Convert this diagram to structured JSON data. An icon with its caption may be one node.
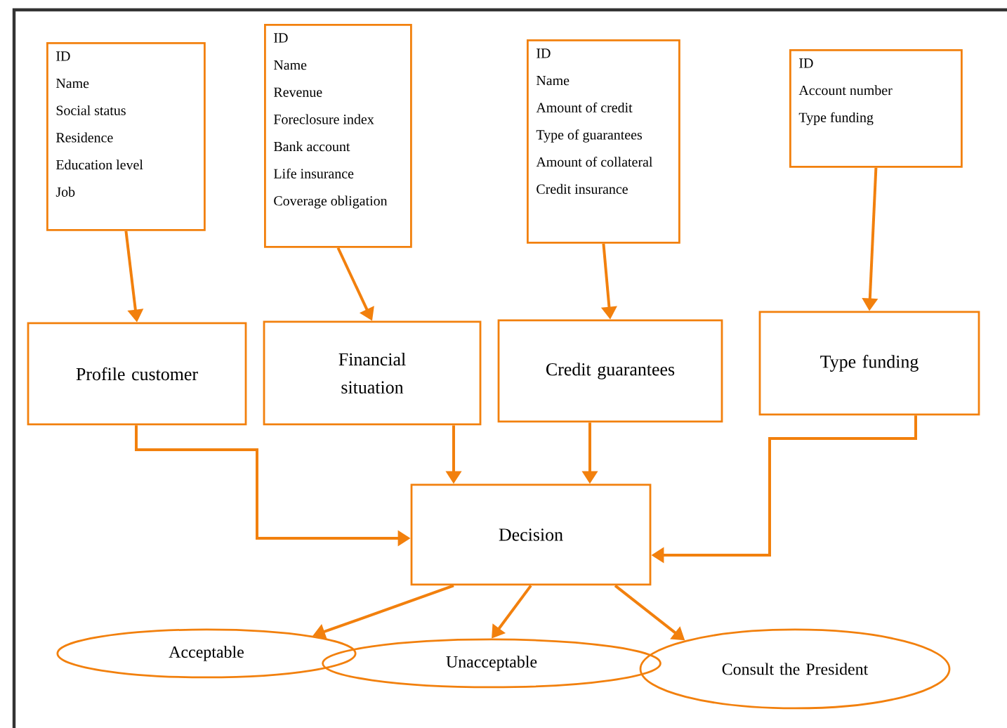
{
  "diagram": {
    "nodes": [
      {
        "text": [
          "ID",
          "Name",
          "Social status",
          "Residence",
          "Education level",
          "Job"
        ]
      },
      {
        "text": [
          "ID",
          "Name",
          "Revenue",
          "Foreclosure index",
          "Bank account",
          "Life insurance",
          "Coverage obligation"
        ]
      },
      {
        "text": [
          "ID",
          "Name",
          "Amount of credit",
          "Type of guarantees",
          "Amount of collateral",
          "Credit insurance"
        ]
      },
      {
        "text": [
          "ID",
          "Account number",
          "Type funding"
        ]
      },
      {
        "text": [
          "Profile customer"
        ]
      },
      {
        "text": [
          "Financial situation"
        ]
      },
      {
        "text": [
          "Credit guarantees"
        ]
      },
      {
        "text": [
          "Type funding"
        ]
      },
      {
        "text": [
          "Decision"
        ]
      },
      {
        "text": [
          "Acceptable"
        ]
      },
      {
        "text": [
          "Unacceptable"
        ]
      },
      {
        "text": [
          "Consult the President"
        ]
      }
    ],
    "edges": [
      {
        "from": 0,
        "to": 4,
        "arrow": "to"
      },
      {
        "from": 1,
        "to": 5,
        "arrow": "to"
      },
      {
        "from": 2,
        "to": 6,
        "arrow": "to"
      },
      {
        "from": 3,
        "to": 7,
        "arrow": "to"
      },
      {
        "from": 4,
        "to": 8,
        "arrow": "to"
      },
      {
        "from": 5,
        "to": 8,
        "arrow": "to"
      },
      {
        "from": 6,
        "to": 8,
        "arrow": "to"
      },
      {
        "from": 7,
        "to": 8,
        "arrow": "to"
      },
      {
        "from": 8,
        "to": 9,
        "arrow": "to"
      },
      {
        "from": 8,
        "to": 10,
        "arrow": "to"
      },
      {
        "from": 8,
        "to": 11,
        "arrow": "to"
      }
    ]
  }
}
